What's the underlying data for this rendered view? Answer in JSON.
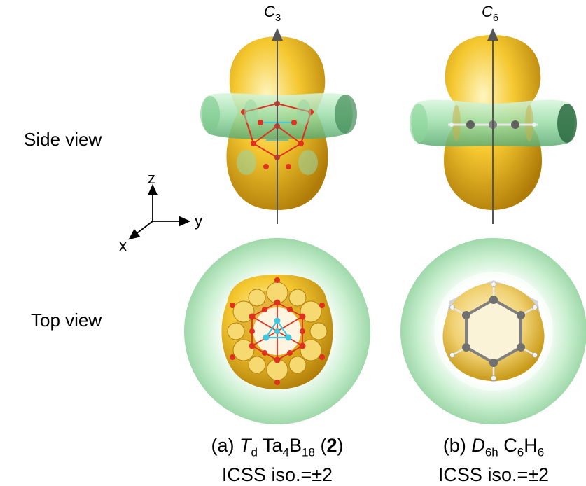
{
  "row_labels": {
    "side": "Side view",
    "top": "Top view"
  },
  "axes": {
    "x": "x",
    "y": "y",
    "z": "z"
  },
  "panels": [
    {
      "axis_symbol": "C",
      "axis_order": "3",
      "caption_prefix": "(a) ",
      "point_group": "T",
      "point_group_sub": "d",
      "formula_parts": [
        " Ta",
        "4",
        "B",
        "18"
      ],
      "compound_number": "2",
      "caption_line2": "ICSS iso.=±2"
    },
    {
      "axis_symbol": "C",
      "axis_order": "6",
      "caption_prefix": "(b) ",
      "point_group": "D",
      "point_group_sub": "6h",
      "formula_parts": [
        " C",
        "6",
        "H",
        "6"
      ],
      "caption_line2": "ICSS iso.=±2"
    }
  ],
  "colors": {
    "positive": "#f2c21c",
    "negative": "#a8e6b0",
    "boron": "#e03020",
    "tantalum": "#40c8e0"
  }
}
